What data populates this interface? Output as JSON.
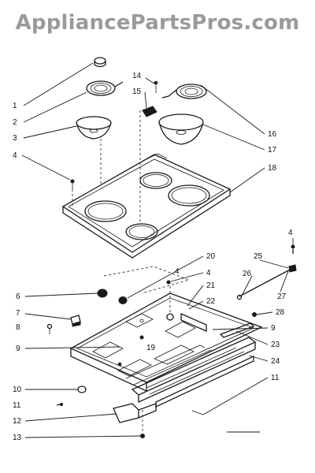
{
  "watermark": "AppliancePartsPros.com",
  "colors": {
    "ink": "#1a1a1a",
    "watermark": "#9a9a9a",
    "background": "#ffffff"
  },
  "callouts": [
    "1",
    "2",
    "3",
    "4",
    "14",
    "15",
    "16",
    "17",
    "18",
    "4",
    "6",
    "7",
    "8",
    "9",
    "10",
    "11",
    "12",
    "13",
    "20",
    "4",
    "21",
    "22",
    "19",
    "9",
    "23",
    "24",
    "11",
    "25",
    "26",
    "27",
    "28",
    "4"
  ]
}
